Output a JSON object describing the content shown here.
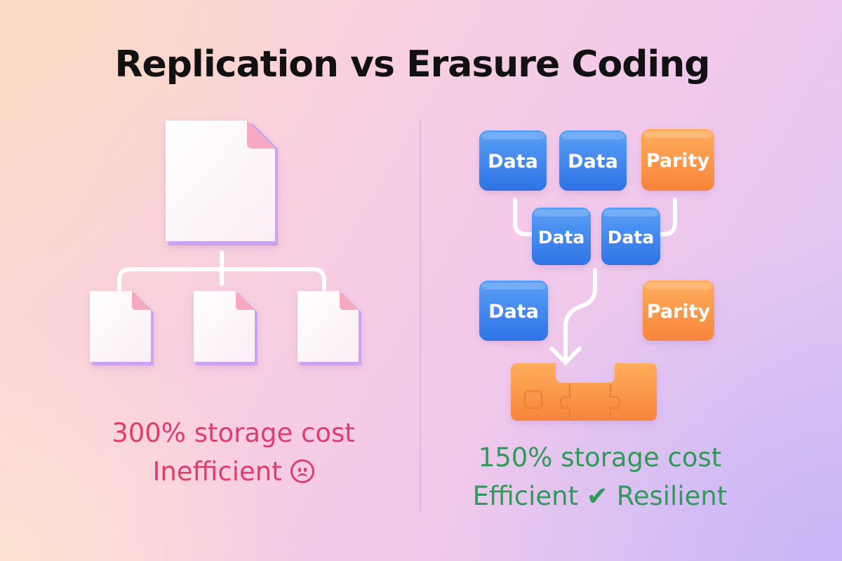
{
  "title": "Replication vs Erasure Coding",
  "colors": {
    "data_block": "#3d86ee",
    "parity_block": "#f9923f",
    "inefficient": "#e23c6e",
    "efficient": "#2f9a59"
  },
  "replication": {
    "caption_line1": "300% storage cost",
    "caption_line2": "Inefficient",
    "mood_icon": "sad-face-icon"
  },
  "erasure_coding": {
    "blocks": [
      "Data",
      "Data",
      "Parity",
      "Data",
      "Data",
      "Data",
      "Parity"
    ],
    "caption_line1": "150% storage cost",
    "caption_word1": "Efficient",
    "caption_word2": "Resilient",
    "check_icon": "checkmark-icon",
    "check_glyph": "✔"
  }
}
